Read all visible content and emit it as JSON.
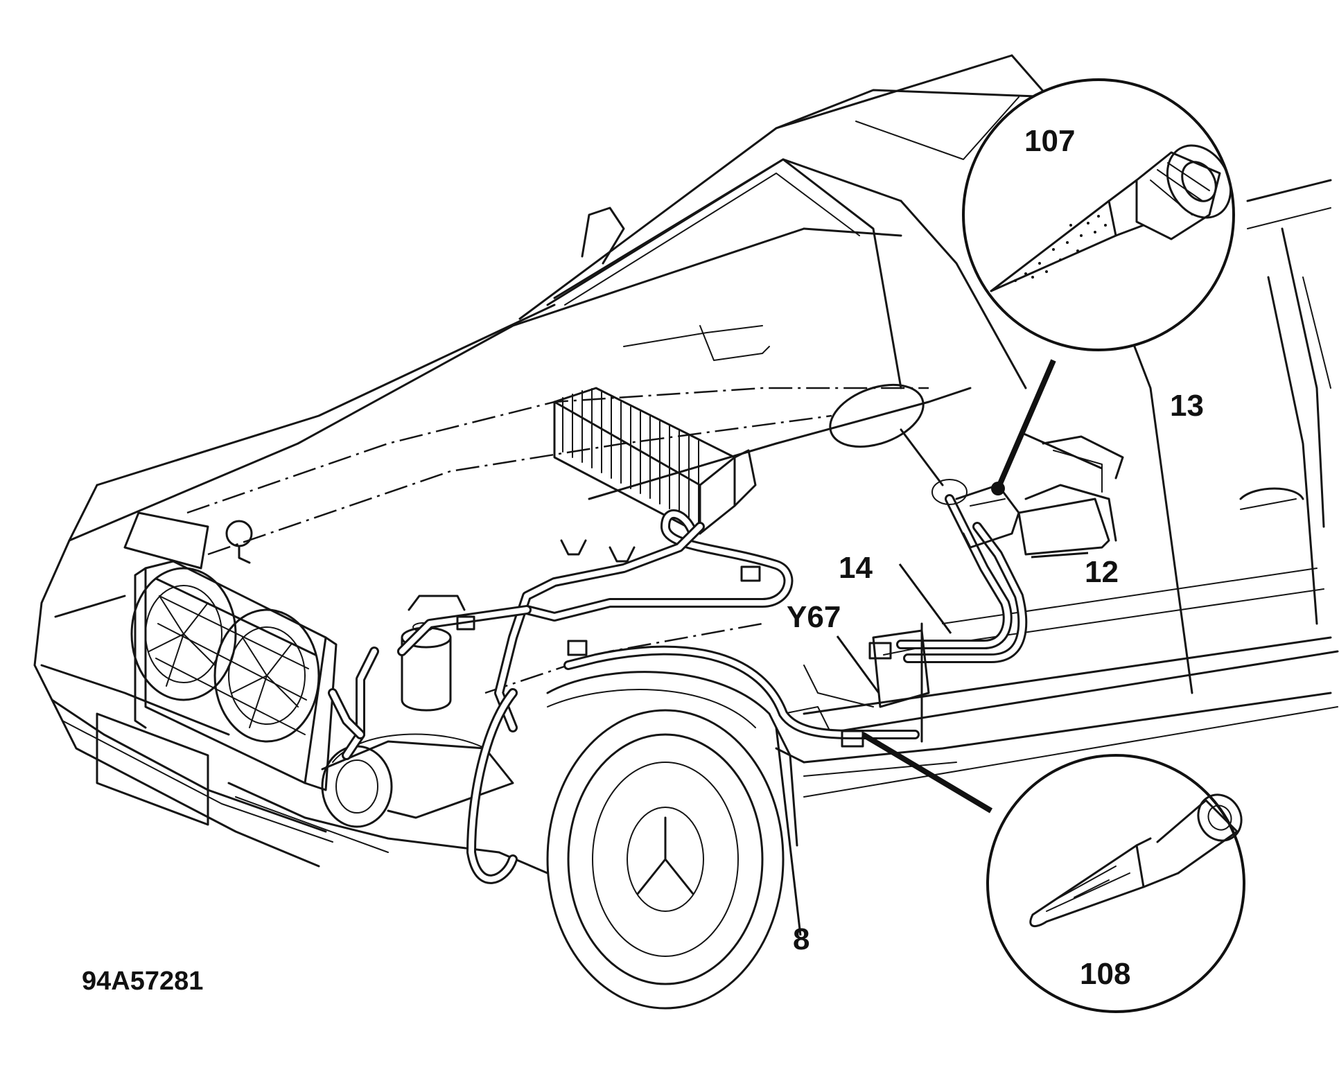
{
  "figure_id": "94A57281",
  "callouts": {
    "c107": "107",
    "c108": "108",
    "c13": "13",
    "c12": "12",
    "c14": "14",
    "cY67": "Y67",
    "c8": "8"
  },
  "colors": {
    "ink": "#151515",
    "paper": "#ffffff"
  }
}
